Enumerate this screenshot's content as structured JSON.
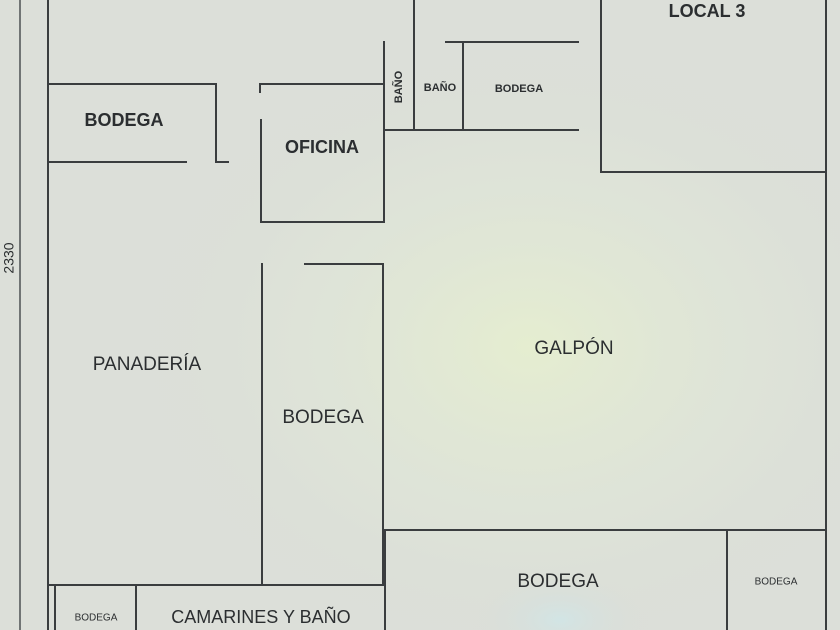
{
  "dimension": "2330",
  "rooms": {
    "local3": "LOCAL 3",
    "bodega_top_left": "BODEGA",
    "oficina": "OFICINA",
    "bano_vertical": "BAÑO",
    "bano_small": "BAÑO",
    "bodega_top_small": "BODEGA",
    "galpon": "GALPÓN",
    "panaderia": "PANADERÍA",
    "bodega_middle": "BODEGA",
    "bodega_bottom": "BODEGA",
    "bodega_bottom_right": "BODEGA",
    "bodega_bottom_left": "BODEGA",
    "camarines": "CAMARINES Y BAÑO"
  }
}
